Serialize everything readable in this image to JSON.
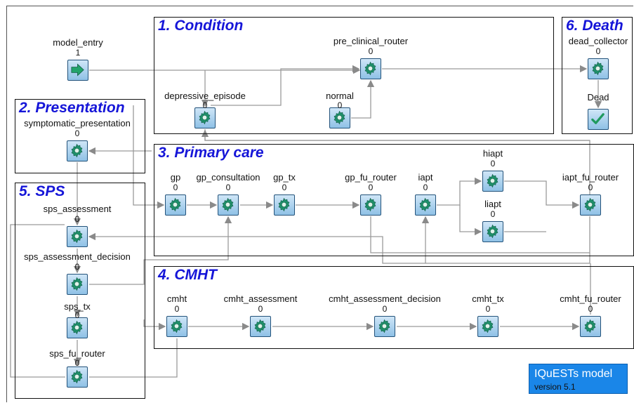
{
  "sections": {
    "condition": "1. Condition",
    "presentation": "2. Presentation",
    "primary_care": "3. Primary care",
    "cmht": "4. CMHT",
    "sps": "5. SPS",
    "death": "6. Death"
  },
  "nodes": {
    "model_entry": {
      "label": "model_entry",
      "count": "1",
      "icon": "arrow-icon"
    },
    "pre_clinical_router": {
      "label": "pre_clinical_router",
      "count": "0",
      "icon": "gear-icon"
    },
    "depressive_episode": {
      "label": "depressive_episode",
      "count": "0",
      "icon": "gear-icon"
    },
    "normal": {
      "label": "normal",
      "count": "0",
      "icon": "gear-icon"
    },
    "dead_collector": {
      "label": "dead_collector",
      "count": "0",
      "icon": "gear-icon"
    },
    "dead": {
      "label": "Dead",
      "icon": "checkmark-icon"
    },
    "symptomatic_presentation": {
      "label": "symptomatic_presentation",
      "count": "0",
      "icon": "gear-icon"
    },
    "gp": {
      "label": "gp",
      "count": "0",
      "icon": "gear-icon"
    },
    "gp_consultation": {
      "label": "gp_consultation",
      "count": "0",
      "icon": "gear-icon"
    },
    "gp_tx": {
      "label": "gp_tx",
      "count": "0",
      "icon": "gear-icon"
    },
    "gp_fu_router": {
      "label": "gp_fu_router",
      "count": "0",
      "icon": "gear-icon"
    },
    "iapt": {
      "label": "iapt",
      "count": "0",
      "icon": "gear-icon"
    },
    "hiapt": {
      "label": "hiapt",
      "count": "0",
      "icon": "gear-icon"
    },
    "liapt": {
      "label": "liapt",
      "count": "0",
      "icon": "gear-icon"
    },
    "iapt_fu_router": {
      "label": "iapt_fu_router",
      "count": "0",
      "icon": "gear-icon"
    },
    "sps_assessment": {
      "label": "sps_assessment",
      "count": "0",
      "icon": "gear-icon"
    },
    "sps_assessment_decision": {
      "label": "sps_assessment_decision",
      "count": "0",
      "icon": "gear-icon"
    },
    "sps_tx": {
      "label": "sps_tx",
      "count": "0",
      "icon": "gear-icon"
    },
    "sps_fu_router": {
      "label": "sps_fu_router",
      "count": "0",
      "icon": "gear-icon"
    },
    "cmht": {
      "label": "cmht",
      "count": "0",
      "icon": "gear-icon"
    },
    "cmht_assessment": {
      "label": "cmht_assessment",
      "count": "0",
      "icon": "gear-icon"
    },
    "cmht_assessment_decision": {
      "label": "cmht_assessment_decision",
      "count": "0",
      "icon": "gear-icon"
    },
    "cmht_tx": {
      "label": "cmht_tx",
      "count": "0",
      "icon": "gear-icon"
    },
    "cmht_fu_router": {
      "label": "cmht_fu_router",
      "count": "0",
      "icon": "gear-icon"
    }
  },
  "model_badge": {
    "title": "IQuESTs model",
    "version": "version 5.1"
  },
  "colors": {
    "section_title": "#1515d8",
    "gear": "#1f8f6a",
    "badge_bg": "#1a86e8",
    "connector": "#9a9a9a"
  }
}
